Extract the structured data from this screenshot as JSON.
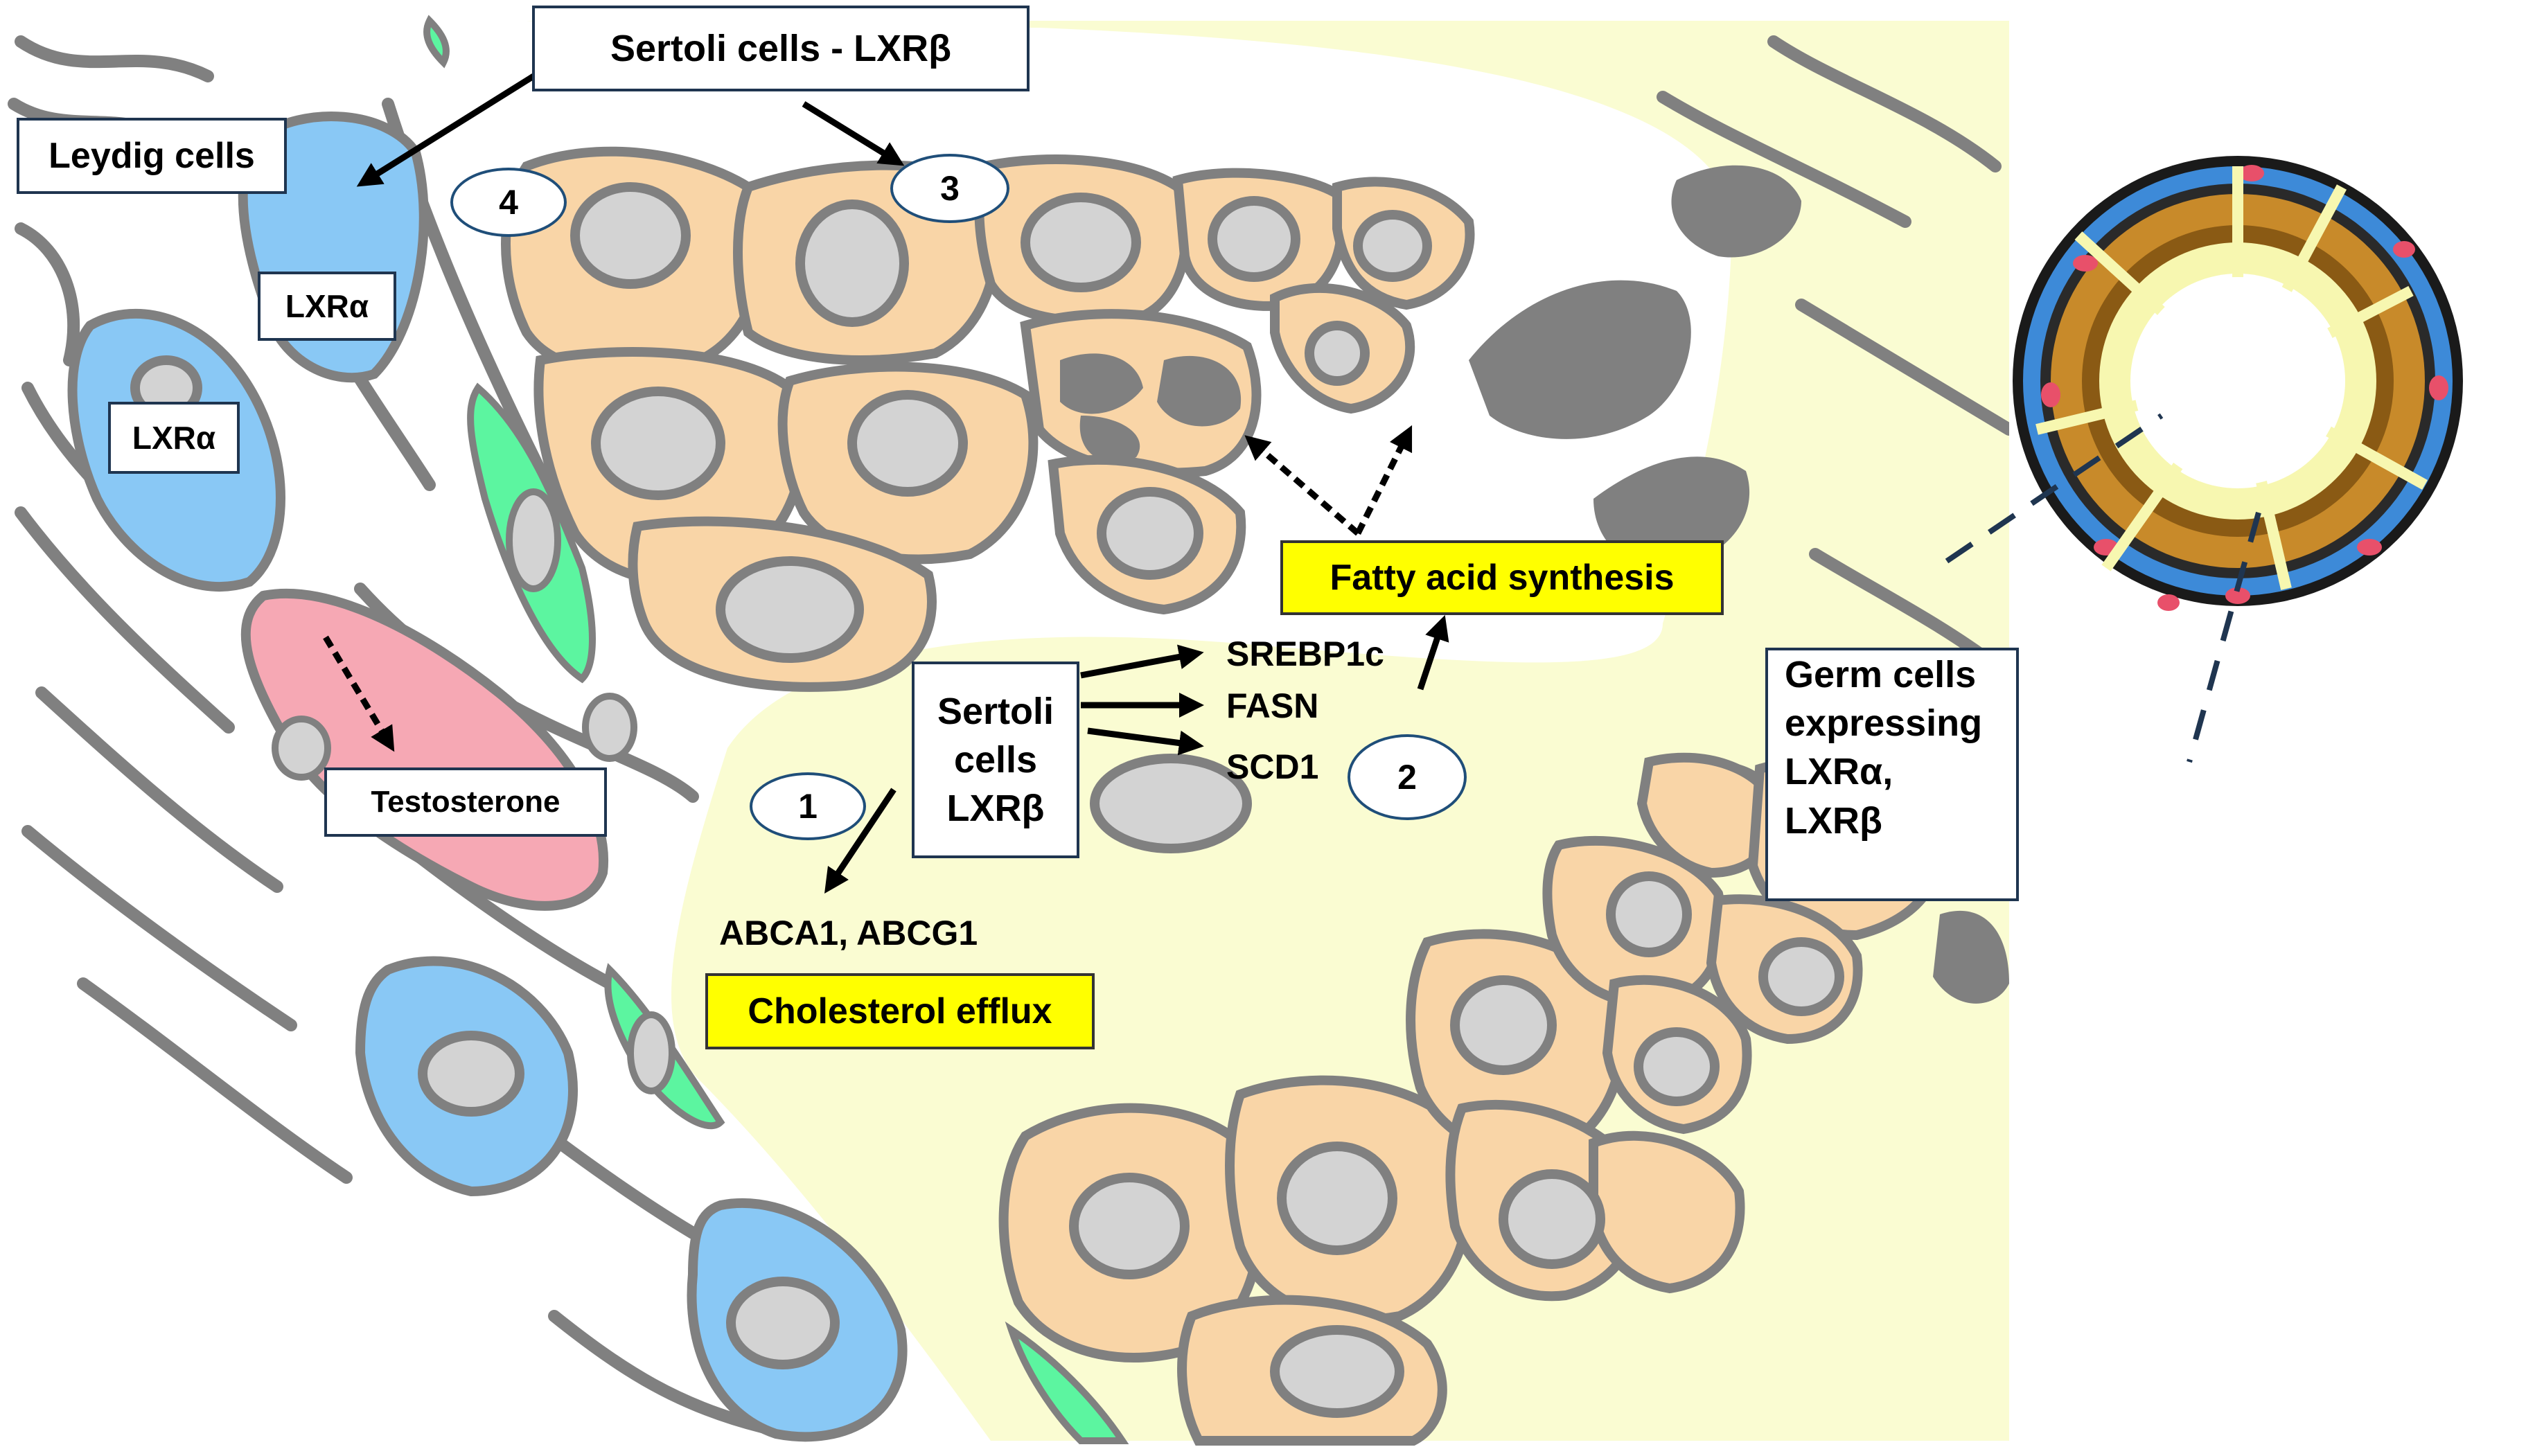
{
  "labels": {
    "sertoli_top": "Sertoli cells - LXRβ",
    "leydig": "Leydig cells",
    "lxr_alpha_1": "LXRα",
    "lxr_alpha_2": "LXRα",
    "testosterone": "Testosterone",
    "fatty_acid": "Fatty acid synthesis",
    "sertoli_center": [
      "Sertoli",
      "cells",
      "LXRβ"
    ],
    "srebp1c": "SREBP1c",
    "fasn": "FASN",
    "scd1": "SCD1",
    "abca": "ABCA1, ABCG1",
    "cholesterol": "Cholesterol efflux",
    "germ_cells": [
      "Germ cells",
      "expressing",
      "LXRα,",
      "LXRβ"
    ]
  },
  "numbers": [
    "1",
    "2",
    "3",
    "4"
  ],
  "colors": {
    "lumen": "#fafcd2",
    "germ_cell": "#f9d5a7",
    "leydig_blue": "#89c8f5",
    "myoid_green": "#5cf5a0",
    "leydig_pink": "#f6a8b4",
    "outline": "#808080",
    "nucleus": "#d3d3d3",
    "highlight": "#ffff00",
    "label_border": "#1f3550"
  }
}
